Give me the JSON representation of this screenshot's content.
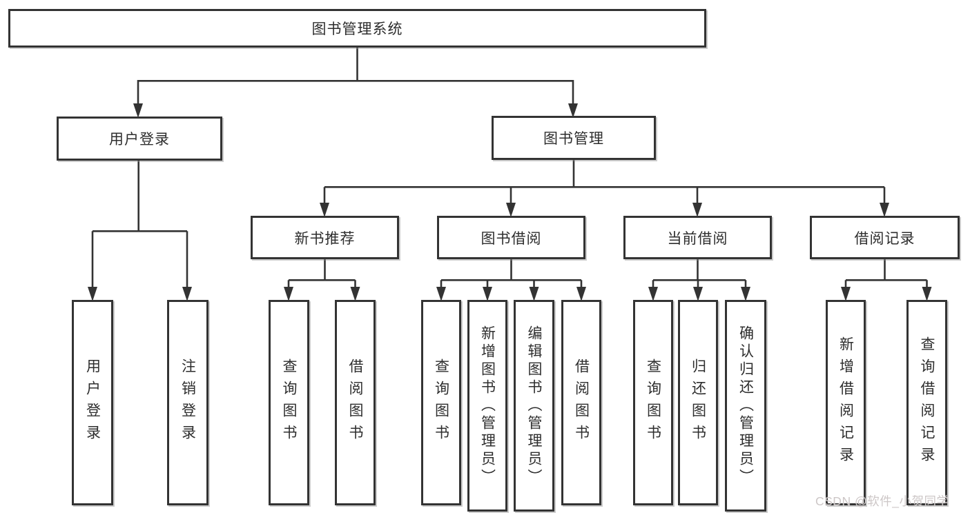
{
  "diagram": {
    "root": "图书管理系统",
    "branches": {
      "user_login": {
        "label": "用户登录",
        "children": [
          "用户登录",
          "注销登录"
        ]
      },
      "book_mgmt": {
        "label": "图书管理"
      }
    },
    "modules": [
      {
        "label": "新书推荐",
        "children": [
          "查询图书",
          "借阅图书"
        ]
      },
      {
        "label": "图书借阅",
        "children": [
          "查询图书",
          "新增图书（管理员）",
          "编辑图书（管理员）",
          "借阅图书"
        ]
      },
      {
        "label": "当前借阅",
        "children": [
          "查询图书",
          "归还图书",
          "确认归还（管理员）"
        ]
      },
      {
        "label": "借阅记录",
        "children": [
          "新增借阅记录",
          "查询借阅记录"
        ]
      }
    ]
  },
  "watermark": "CSDN @软件_小贺同学",
  "colors": {
    "line": "#333333",
    "text": "#2d2d2d",
    "watermark": "#cdc7c7",
    "background": "#ffffff"
  }
}
